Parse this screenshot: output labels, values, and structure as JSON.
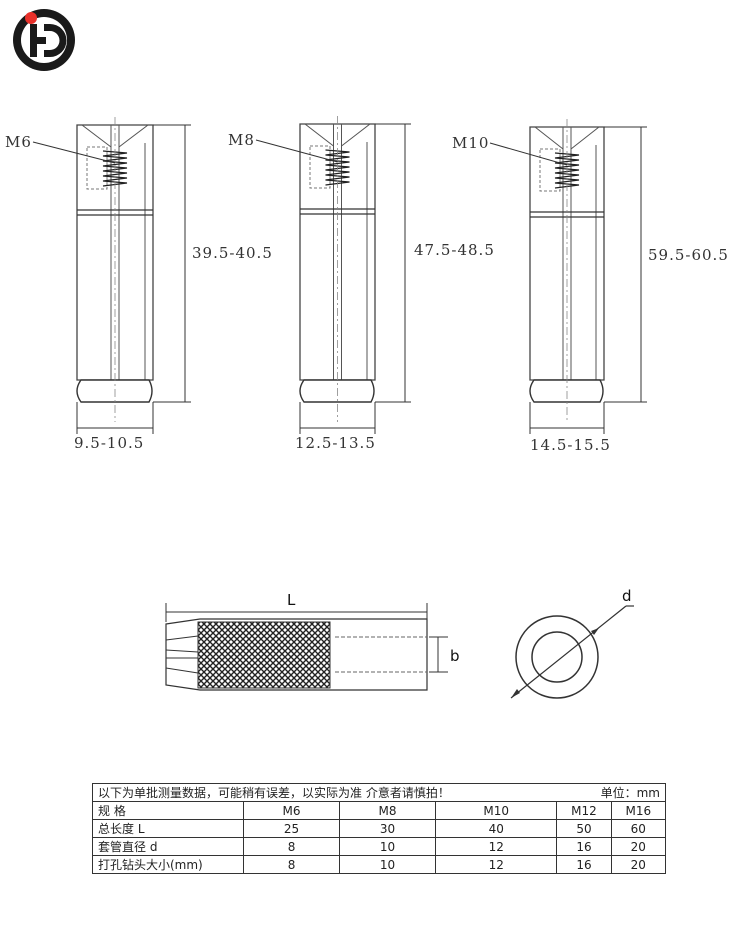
{
  "logo": {
    "letters": "HD",
    "color": "#1a1a1a",
    "dot_color": "#e8302a"
  },
  "anchors": [
    {
      "thread": "M6",
      "length": "39.5-40.5",
      "diameter": "9.5-10.5"
    },
    {
      "thread": "M8",
      "length": "47.5-48.5",
      "diameter": "12.5-13.5"
    },
    {
      "thread": "M10",
      "length": "59.5-60.5",
      "diameter": "14.5-15.5"
    }
  ],
  "detail": {
    "length_label": "L",
    "bore_label": "b",
    "diameter_label": "d"
  },
  "table": {
    "note": "以下为单批测量数据，可能稍有误差，以实际为准 介意者请慎拍！",
    "unit": "单位：mm",
    "header": [
      "规 格",
      "M6",
      "M8",
      "M10",
      "M12",
      "M16"
    ],
    "rows": [
      [
        "总长度 L",
        "25",
        "30",
        "40",
        "50",
        "60"
      ],
      [
        "套管直径 d",
        "8",
        "10",
        "12",
        "16",
        "20"
      ],
      [
        "打孔钻头大小(mm)",
        "8",
        "10",
        "12",
        "16",
        "20"
      ]
    ]
  }
}
